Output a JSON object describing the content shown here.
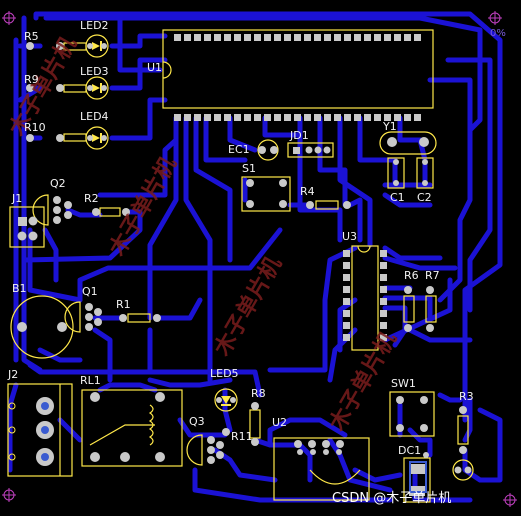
{
  "board": {
    "labels": {
      "r5": "R5",
      "r9": "R9",
      "r10": "R10",
      "led2": "LED2",
      "led3": "LED3",
      "led4": "LED4",
      "led5": "LED5",
      "u1": "U1",
      "u2": "U2",
      "u3": "U3",
      "ec1": "EC1",
      "jd1": "JD1",
      "y1": "Y1",
      "s1": "S1",
      "r4": "R4",
      "c1": "C1",
      "c2": "C2",
      "j1": "J1",
      "q2": "Q2",
      "r2": "R2",
      "b1": "B1",
      "q1": "Q1",
      "r1": "R1",
      "r6": "R6",
      "r7": "R7",
      "j2": "J2",
      "rl1": "RL1",
      "q3": "Q3",
      "r11": "R11",
      "r8": "R8",
      "sw1": "SW1",
      "r3": "R3",
      "dc1": "DC1"
    },
    "corner_percent": "0%",
    "watermark": "木子单片机",
    "credit": "CSDN @木子单片机"
  },
  "colors": {
    "background": "#000000",
    "trace": "#1b12d4",
    "silkscreen": "#ffe84a",
    "pad": "#c9c9c9",
    "pad_hole": "#3a5bd0",
    "corner_marker": "#c040c0"
  }
}
